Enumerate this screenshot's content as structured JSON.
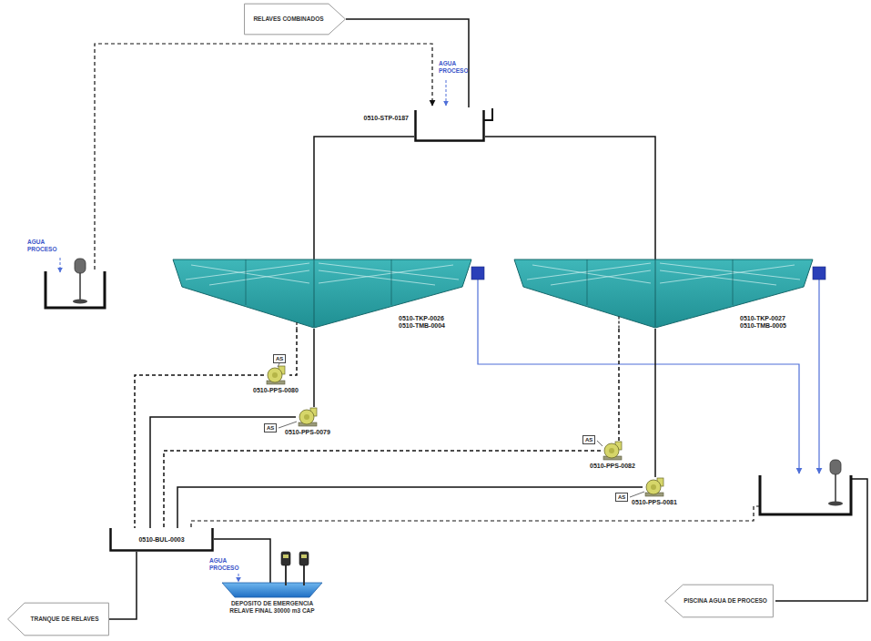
{
  "diagram": {
    "nodes": [
      {
        "text": [
          "RELAVES COMBINADOS"
        ]
      },
      {
        "text": [
          "0510-STP-0187"
        ]
      },
      {
        "text": [
          "0510-TKP-0026",
          "0510-TMB-0004"
        ]
      },
      {
        "text": [
          "0510-TKP-0027",
          "0510-TMB-0005"
        ]
      },
      {
        "text": [
          "AS"
        ]
      },
      {
        "text": [
          "0510-PPS-0080"
        ]
      },
      {
        "text": [
          "AS"
        ]
      },
      {
        "text": [
          "0510-PPS-0079"
        ]
      },
      {
        "text": [
          "AS"
        ]
      },
      {
        "text": [
          "0510-PPS-0082"
        ]
      },
      {
        "text": [
          "AS"
        ]
      },
      {
        "text": [
          "0510-PPS-0081"
        ]
      },
      {
        "text": [
          "0510-BUL-0003"
        ]
      },
      {
        "text": [
          "DEPOSITO DE EMERGENCIA RELAVE FINAL 30000 m3 CAP"
        ]
      },
      {
        "text": [
          "TRANQUE DE RELAVES"
        ]
      },
      {
        "text": [
          "PISCINA AGUA DE PROCESO"
        ]
      }
    ],
    "edges": [
      {
        "from": 0,
        "to": 1,
        "arrow": "none"
      },
      {
        "from": 1,
        "to": 2,
        "arrow": "none"
      },
      {
        "from": 1,
        "to": 3,
        "arrow": "none"
      },
      {
        "from": 2,
        "to": 5,
        "arrow": "none"
      },
      {
        "from": 2,
        "to": 7,
        "arrow": "none"
      },
      {
        "from": 3,
        "to": 9,
        "arrow": "none"
      },
      {
        "from": 3,
        "to": 11,
        "arrow": "none"
      },
      {
        "from": 5,
        "to": 12,
        "arrow": "none"
      },
      {
        "from": 7,
        "to": 12,
        "arrow": "none"
      },
      {
        "from": 9,
        "to": 12,
        "arrow": "none"
      },
      {
        "from": 11,
        "to": 12,
        "arrow": "none"
      },
      {
        "from": 13,
        "to": 12,
        "arrow": "none"
      },
      {
        "from": 12,
        "to": 14,
        "arrow": "none"
      }
    ],
    "labels": [
      "AGUA PROCESO",
      "AGUA PROCESO",
      "AGUA PROCESO"
    ]
  }
}
